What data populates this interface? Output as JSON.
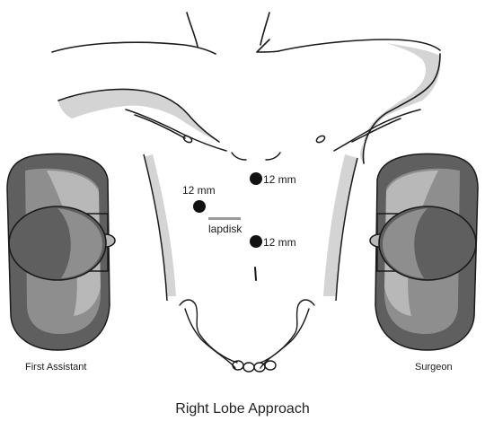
{
  "diagram": {
    "caption": "Right Lobe Approach",
    "ports": [
      {
        "label": "12 mm"
      },
      {
        "label": "12 mm"
      },
      {
        "label": "12 mm"
      }
    ],
    "lapdisk_label": "lapdisk",
    "first_assistant_label": "First Assistant",
    "surgeon_label": "Surgeon"
  },
  "colors": {
    "outline": "#1a1a1a",
    "skin_shade": "#d4d4d4",
    "figure_dark": "#5f5f5f",
    "figure_mid": "#8e8e8e",
    "figure_light": "#b8b8b8",
    "lapdisk": "#9a9a9a"
  }
}
